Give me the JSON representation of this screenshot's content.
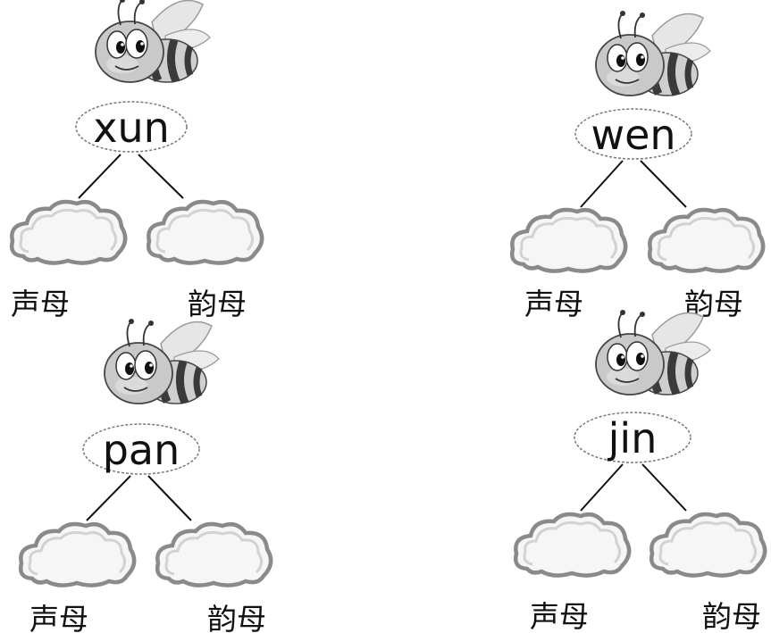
{
  "groups": [
    {
      "syllable": "xun",
      "left_label": "声母",
      "right_label": "韵母"
    },
    {
      "syllable": "wen",
      "left_label": "声母",
      "right_label": "韵母"
    },
    {
      "syllable": "pan",
      "left_label": "声母",
      "right_label": "韵母"
    },
    {
      "syllable": "jin",
      "left_label": "声母",
      "right_label": "韵母"
    }
  ],
  "colors": {
    "text": "#111111",
    "cloud_fill": "#f6f6f6",
    "cloud_stroke": "#8a8a8a",
    "bee_body": "#c9c9c9",
    "bee_stripe": "#3a3a3a",
    "bee_wing": "#e6e6e6"
  }
}
